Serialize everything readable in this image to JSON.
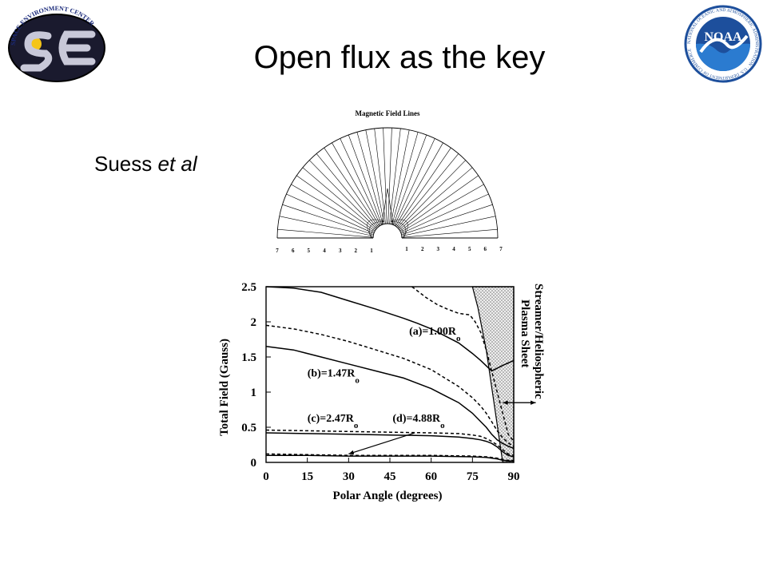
{
  "slide": {
    "title": "Open flux as the key",
    "citation_author": "Suess",
    "citation_etal": "et al"
  },
  "logos": {
    "left": {
      "icon": "space-environment-center-logo",
      "text": "SPACE ENVIRONMENT CENTER",
      "mark": "SE"
    },
    "right": {
      "icon": "noaa-logo",
      "text": "NOAA",
      "ring_text": "NATIONAL OCEANIC AND ATMOSPHERIC ADMINISTRATION · U.S. DEPARTMENT OF COMMERCE"
    }
  },
  "diagram": {
    "title": "Magnetic Field Lines",
    "left_ticks": [
      "7",
      "6",
      "5",
      "4",
      "3",
      "2",
      "1"
    ],
    "right_ticks": [
      "1",
      "2",
      "3",
      "4",
      "5",
      "6",
      "7"
    ]
  },
  "chart_data": {
    "type": "line",
    "xlabel": "Polar Angle (degrees)",
    "ylabel": "Total Field (Gauss)",
    "xlim": [
      0,
      90
    ],
    "ylim": [
      0,
      2.5
    ],
    "xticks": [
      "0",
      "15",
      "30",
      "45",
      "60",
      "75",
      "90"
    ],
    "yticks": [
      "0",
      "0.5",
      "1",
      "1.5",
      "2",
      "2.5"
    ],
    "series": [
      {
        "name": "(a)=1.00R",
        "subscript": "o",
        "style": "solid",
        "x": [
          0,
          10,
          20,
          30,
          40,
          50,
          55,
          60,
          65,
          70,
          75,
          78,
          82,
          86,
          90
        ],
        "y": [
          2.5,
          2.48,
          2.42,
          2.3,
          2.18,
          2.05,
          1.98,
          1.9,
          1.8,
          1.7,
          1.55,
          1.45,
          1.3,
          1.38,
          1.45
        ]
      },
      {
        "name": "(a) dashed",
        "subscript": "",
        "style": "dashed",
        "x": [
          53,
          58,
          62,
          66,
          70,
          74,
          76,
          78,
          80,
          82,
          84,
          86,
          88,
          90
        ],
        "y": [
          2.5,
          2.35,
          2.25,
          2.18,
          2.12,
          2.1,
          2.0,
          1.85,
          1.6,
          1.3,
          1.0,
          0.7,
          0.4,
          0.3
        ]
      },
      {
        "name": "(b)=1.47R",
        "subscript": "o",
        "style": "solid",
        "x": [
          0,
          10,
          20,
          30,
          40,
          50,
          60,
          65,
          70,
          75,
          78,
          80,
          82,
          84,
          86,
          88,
          90
        ],
        "y": [
          1.65,
          1.6,
          1.5,
          1.4,
          1.3,
          1.2,
          1.05,
          0.95,
          0.85,
          0.7,
          0.58,
          0.5,
          0.4,
          0.32,
          0.27,
          0.23,
          0.2
        ]
      },
      {
        "name": "(b) dashed",
        "subscript": "",
        "style": "dashed",
        "x": [
          0,
          10,
          20,
          30,
          40,
          50,
          60,
          65,
          70,
          75,
          78,
          80,
          82,
          84,
          86,
          88,
          90
        ],
        "y": [
          1.95,
          1.9,
          1.82,
          1.72,
          1.6,
          1.48,
          1.32,
          1.2,
          1.08,
          0.92,
          0.8,
          0.7,
          0.58,
          0.45,
          0.35,
          0.28,
          0.22
        ]
      },
      {
        "name": "(c)=2.47R",
        "subscript": "o",
        "style": "solid",
        "x": [
          0,
          15,
          30,
          45,
          60,
          70,
          75,
          78,
          80,
          82,
          84,
          86,
          88,
          90
        ],
        "y": [
          0.42,
          0.41,
          0.4,
          0.39,
          0.38,
          0.36,
          0.34,
          0.32,
          0.3,
          0.27,
          0.22,
          0.15,
          0.1,
          0.08
        ]
      },
      {
        "name": "(c) dashed",
        "subscript": "",
        "style": "dashed",
        "x": [
          0,
          15,
          30,
          45,
          60,
          70,
          75,
          78,
          80,
          82,
          84,
          86,
          88,
          90
        ],
        "y": [
          0.46,
          0.45,
          0.44,
          0.43,
          0.42,
          0.41,
          0.39,
          0.37,
          0.34,
          0.3,
          0.25,
          0.18,
          0.12,
          0.1
        ]
      },
      {
        "name": "(d)=4.88R",
        "subscript": "o",
        "style": "solid",
        "x": [
          0,
          15,
          30,
          45,
          60,
          75,
          80,
          84,
          86,
          88,
          90
        ],
        "y": [
          0.1,
          0.1,
          0.09,
          0.09,
          0.09,
          0.08,
          0.07,
          0.05,
          0.03,
          0.02,
          0.02
        ]
      },
      {
        "name": "(d) dashed",
        "subscript": "",
        "style": "dashed",
        "x": [
          0,
          15,
          30,
          45,
          60,
          75,
          80,
          84,
          86,
          88,
          90
        ],
        "y": [
          0.12,
          0.11,
          0.1,
          0.1,
          0.1,
          0.09,
          0.08,
          0.06,
          0.04,
          0.03,
          0.03
        ]
      }
    ],
    "annotation": {
      "line1": "Streamer/Heliospheric",
      "line2": "Plasma Sheet"
    }
  }
}
